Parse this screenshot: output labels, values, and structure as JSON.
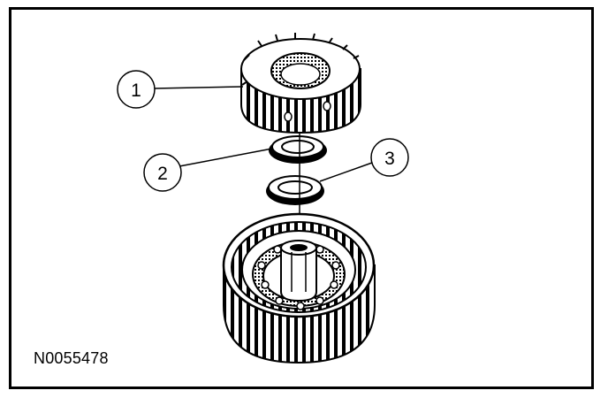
{
  "figure": {
    "id": "N0055478",
    "callouts": [
      {
        "number": "1"
      },
      {
        "number": "2"
      },
      {
        "number": "3"
      }
    ]
  }
}
